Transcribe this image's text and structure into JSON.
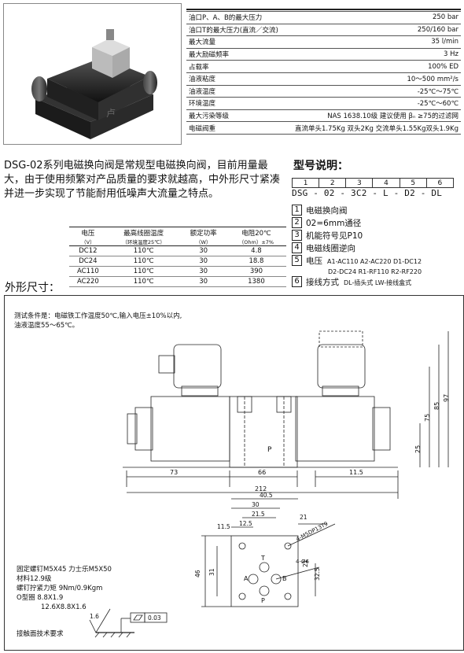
{
  "spec_table": [
    {
      "k": "油口P、A、B的最大压力",
      "v": "250   bar"
    },
    {
      "k": "油口T的最大压力(直流／交流)",
      "v": "250/160   bar"
    },
    {
      "k": "最大流量",
      "v": "35   l/min"
    },
    {
      "k": "最大励磁频率",
      "v": "3   Hz"
    },
    {
      "k": "占载率",
      "v": "100%   ED"
    },
    {
      "k": "油液粘度",
      "v": "10～500  mm²/s"
    },
    {
      "k": "油液温度",
      "v": "-25℃～75℃"
    },
    {
      "k": "环境温度",
      "v": "-25℃～60℃"
    },
    {
      "k": "最大污染等级",
      "v": "NAS 1638.10级   建议使用 βₙ ≥75的过滤网"
    },
    {
      "k": "电磁阀重",
      "v": "直流单头1.75Kg 双头2Kg 交流单头1.55Kg双头1.9Kg"
    }
  ],
  "description": "DSG-02系列电磁换向阀是常规型电磁换向阀，目前用量最大，由于使用频繁对产品质量的要求就越高，中外形尺寸紧凑并进一步实现了节能耐用低噪声大流量之特点。",
  "model": {
    "title": "型号说明：",
    "positions": [
      "1",
      "2",
      "3",
      "4",
      "5",
      "6"
    ],
    "code": "DSG - 02 - 3C2 - L - D2 - DL",
    "items": [
      {
        "n": "1",
        "text": "电磁换向阀"
      },
      {
        "n": "2",
        "text": "02=6mm通径"
      },
      {
        "n": "3",
        "text": "机能符号见P10"
      },
      {
        "n": "4",
        "text": "电磁线圈逆向"
      },
      {
        "n": "5",
        "text": "电压",
        "detail": "A1-AC110 A2-AC220 D1-DC12",
        "detail2": "D2-DC24 R1-RF110 R2-RF220"
      },
      {
        "n": "6",
        "text": "接线方式",
        "detail": "DL-插头式 LW-接线盒式"
      }
    ]
  },
  "electric_table": {
    "headers": [
      "电压",
      "最高线圈温度",
      "额定功率",
      "电阻20℃"
    ],
    "subheaders": [
      "（V）",
      "（环境温度25℃）",
      "（W）",
      "（Ohm）±7%"
    ],
    "rows": [
      [
        "DC12",
        "110℃",
        "30",
        "4.8"
      ],
      [
        "DC24",
        "110℃",
        "30",
        "18.8"
      ],
      [
        "AC110",
        "110℃",
        "30",
        "390"
      ],
      [
        "AC220",
        "110℃",
        "30",
        "1380"
      ]
    ]
  },
  "outline_title": "外形尺寸：",
  "drawing": {
    "test_note_1": "测试条件是：电磁铁工作温度50℃,输入电压±10%以内,",
    "test_note_2": "油液温度55～65℃。",
    "dims": {
      "d73": "73",
      "d66": "66",
      "d11_5": "11.5",
      "d212": "212",
      "d25": "25",
      "d75": "75",
      "d85": "85",
      "d97": "97",
      "d40_5": "40.5",
      "d30": "30",
      "d21_5": "21.5",
      "d12_5": "12.5",
      "d11_5b": "11.5",
      "d21": "21",
      "d46": "46",
      "d31": "31",
      "d32_5": "32.5",
      "m5": "4-M5DP13T9",
      "hole": "4-Ø6"
    },
    "port_labels": {
      "P": "P",
      "A": "A",
      "B": "B",
      "T": "T"
    },
    "notes": [
      "固定螺钉M5X45  力士乐M5X50",
      "材料12.9级",
      "螺钉拧紧力矩  9Nm/0.9Kgm",
      "O型圈  8.8X1.9",
      "12.6X8.8X1.6"
    ],
    "roughness": "1.6",
    "flatness": "0.03",
    "surface_req": "接触面技术要求"
  }
}
